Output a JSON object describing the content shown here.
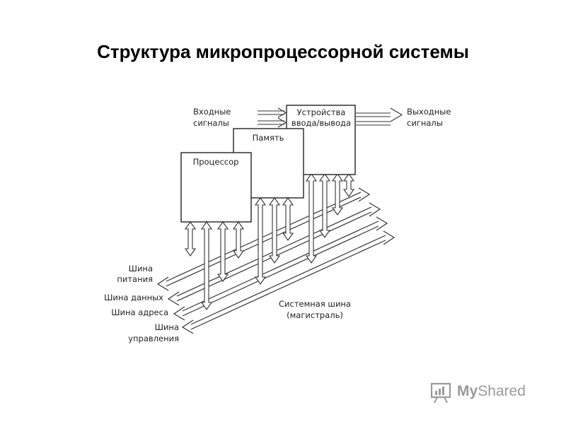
{
  "title": "Структура микропроцессорной системы",
  "blocks": {
    "processor": "Процессор",
    "memory": "Память",
    "io_line1": "Устройства",
    "io_line2": "ввода/вывода"
  },
  "signals": {
    "input_line1": "Входные",
    "input_line2": "сигналы",
    "output_line1": "Выходные",
    "output_line2": "сигналы"
  },
  "buses": {
    "power_line1": "Шина",
    "power_line2": "питания",
    "data": "Шина данных",
    "address": "Шина адреса",
    "control_line1": "Шина",
    "control_line2": "управления"
  },
  "system_bus": {
    "line1": "Системная шина",
    "line2": "(магистраль)"
  },
  "watermark": {
    "brand_bold": "My",
    "brand_rest": "Shared",
    "icon": "presentation-board-icon"
  }
}
